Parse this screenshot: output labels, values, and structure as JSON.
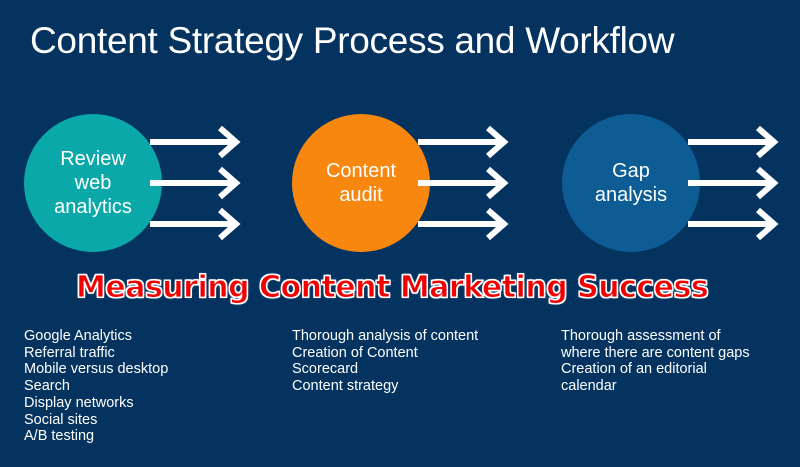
{
  "title": "Content Strategy Process and Workflow",
  "steps": [
    {
      "label": "Review web analytics",
      "color": "#0aa8a8",
      "items": [
        "Google Analytics",
        "Referral traffic",
        "Mobile versus desktop",
        "Search",
        "Display networks",
        "Social sites",
        "A/B testing"
      ]
    },
    {
      "label": "Content audit",
      "color": "#f7870f",
      "items": [
        "Thorough analysis of content",
        "Creation of Content",
        "Scorecard",
        "Content strategy"
      ]
    },
    {
      "label": "Gap analysis",
      "color": "#0e5c94",
      "items": [
        "Thorough assessment of",
        "where there are content gaps",
        "Creation of an editorial",
        "calendar"
      ]
    }
  ],
  "overlay": "Measuring Content Marketing Success"
}
